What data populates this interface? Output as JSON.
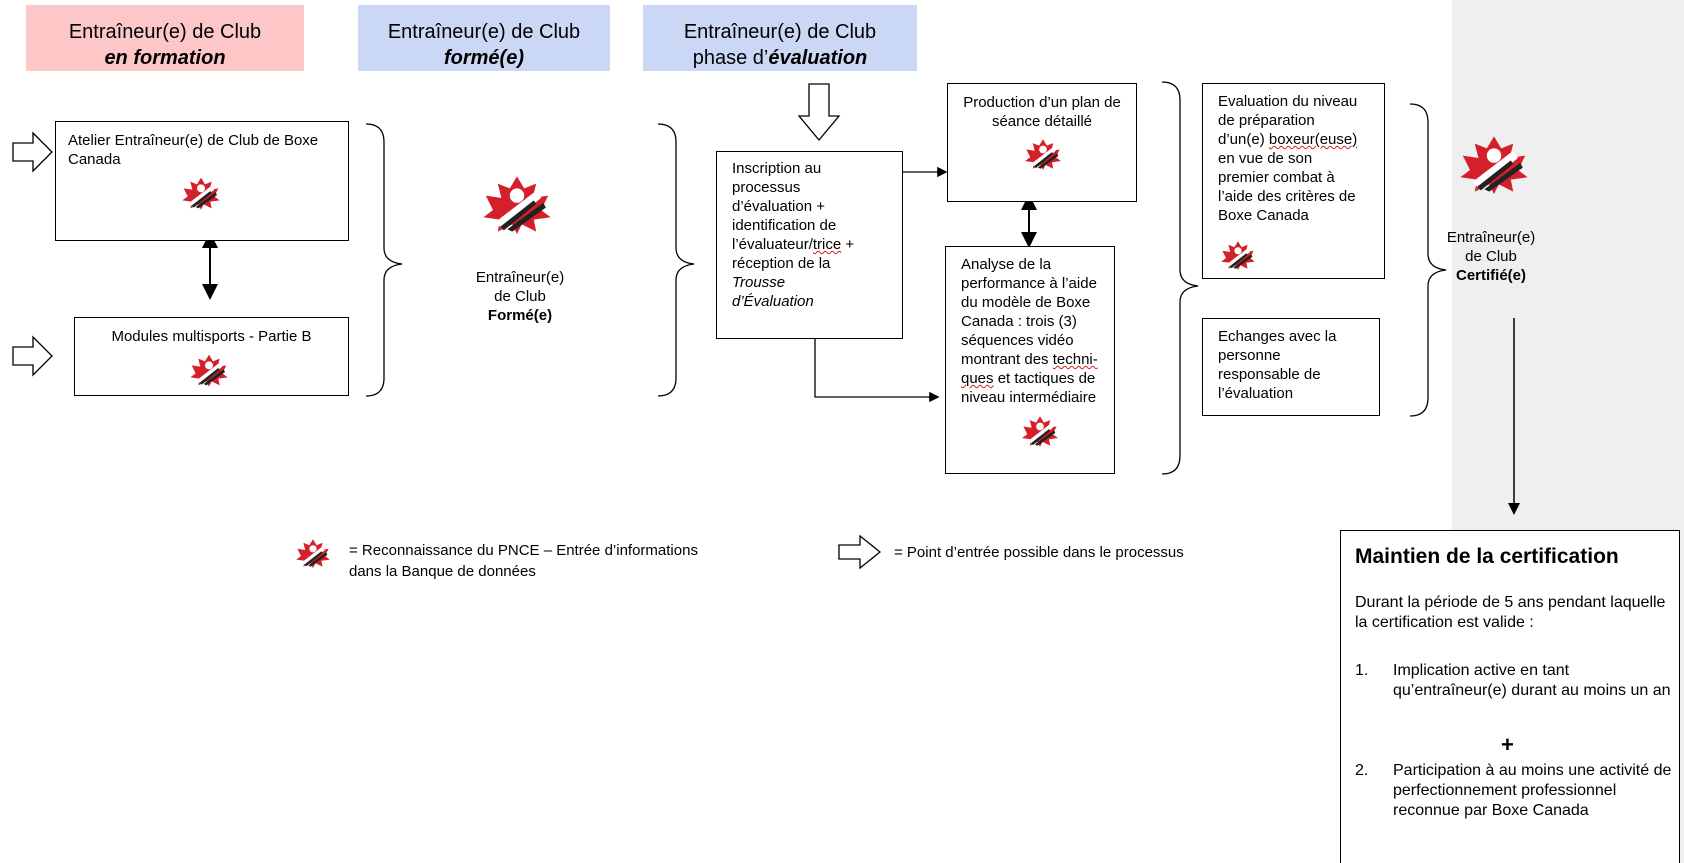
{
  "headers": [
    {
      "line1": "Entraîneur(e)  de Club",
      "line2": "en formation",
      "bg": "#fdc7c7"
    },
    {
      "line1": "Entraîneur(e)  de Club",
      "line2": "formé(e)",
      "bg": "#cad8f6"
    },
    {
      "line1": "Entraîneur(e)  de Club",
      "line2_pre": "phase d’",
      "line2": "évaluation",
      "bg": "#cad8f6"
    }
  ],
  "boxes": {
    "atelier": "Atelier Entraîneur(e) de Club   de Boxe Canada",
    "modules": "Modules multisports - Partie B",
    "inscription": [
      "Inscription au",
      "processus",
      "d’évaluation +",
      "identification de",
      "l’évaluateur/",
      "trice",
      " +",
      "réception de la",
      "Trousse",
      "d’Évaluation"
    ],
    "production": "Production d’un plan de séance détaillé",
    "analyse": [
      "Analyse de la",
      "performance à l’aide",
      "du modèle de Boxe",
      "Canada : trois (3)",
      "séquences vidéo",
      "montrant des ",
      "techni-",
      "ques",
      " et tactiques de",
      "niveau intermédiaire"
    ],
    "evaluation": [
      "Evaluation du niveau",
      "de préparation",
      "d’un(e) ",
      "boxeur(euse)",
      "en vue de son",
      "premier combat à",
      "l’aide des critères de",
      "Boxe Canada"
    ],
    "echanges": [
      "Echanges avec la",
      "personne",
      "responsable de",
      "l’évaluation"
    ]
  },
  "labels": {
    "forme": {
      "line1": "Entraîneur(e)",
      "line2": "de Club",
      "line3": "Formé(e)"
    },
    "certifie": {
      "line1": "Entraîneur(e)",
      "line2": "de Club",
      "line3": "Certifié(e)"
    }
  },
  "legend": {
    "logo_text_1": "= Reconnaissance du PNCE – Entrée d’informations",
    "logo_text_2": "dans la Banque de données",
    "arrow_text": "= Point d’entrée possible dans le processus"
  },
  "maintien": {
    "title": "Maintien de la certification",
    "intro": "Durant la période de 5 ans pendant laquelle la certification est valide :",
    "items": [
      {
        "num": "1.",
        "text": "Implication active en tant qu’entraîneur(e) durant au moins un an"
      },
      {
        "num": "2.",
        "text": "Participation à au moins une activité de perfectionnement professionnel reconnue par Boxe Canada"
      }
    ],
    "plus": "+"
  },
  "colors": {
    "logo_red": "#d4202a",
    "right_panel": "#efefef"
  },
  "icons": [
    "boxe-canada-logo-icon",
    "hollow-arrow-icon"
  ]
}
